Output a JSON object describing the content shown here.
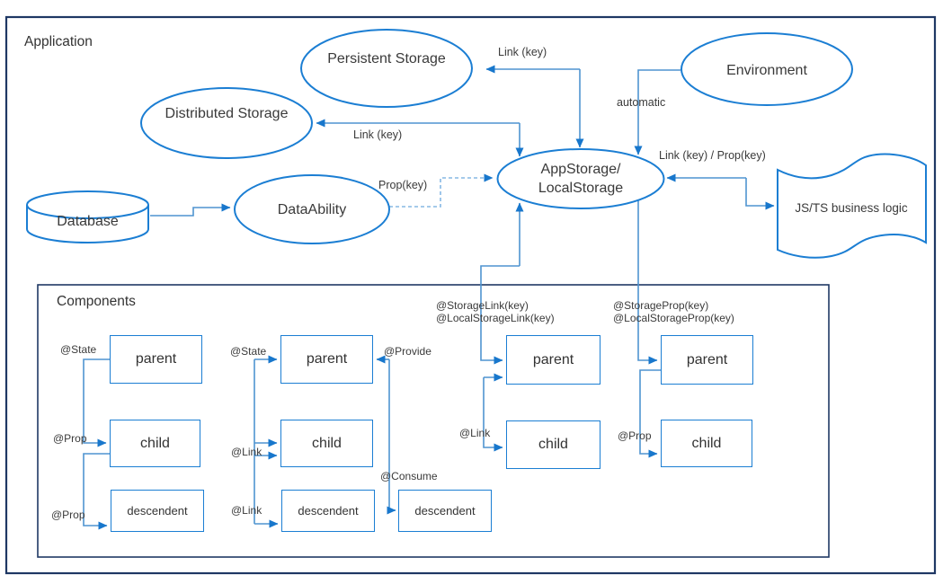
{
  "app": {
    "title": "Application",
    "colors": {
      "frame": "#1f3864",
      "shape_stroke": "#1b7ed3",
      "line": "#4f94d0",
      "dashed_line": "#85b8e4",
      "text": "#3a3a3a"
    }
  },
  "nodes": {
    "persistent_storage": "Persistent Storage",
    "distributed_storage": "Distributed Storage",
    "database": "Database",
    "data_ability": "DataAbility",
    "app_storage": "AppStorage/ LocalStorage",
    "environment": "Environment",
    "js_ts": "JS/TS business logic"
  },
  "edge_labels": {
    "link_key_persistent": "Link (key)",
    "link_key_distributed": "Link (key)",
    "prop_key": "Prop(key)",
    "automatic": "automatic",
    "link_prop_key": "Link (key) / Prop(key)"
  },
  "components": {
    "title": "Components",
    "group1": {
      "state": "@State",
      "prop1": "@Prop",
      "prop2": "@Prop",
      "parent": "parent",
      "child": "child",
      "descendent": "descendent"
    },
    "group2": {
      "state": "@State",
      "link1": "@Link",
      "link2": "@Link",
      "provide": "@Provide",
      "consume": "@Consume",
      "parent": "parent",
      "child": "child",
      "descendent": "descendent",
      "descendent2": "descendent"
    },
    "group3": {
      "storage_link": "@StorageLink(key)",
      "local_storage_link": "@LocalStorageLink(key)",
      "link": "@Link",
      "parent": "parent",
      "child": "child"
    },
    "group4": {
      "storage_prop": "@StorageProp(key)",
      "local_storage_prop": "@LocalStorageProp(key)",
      "prop": "@Prop",
      "parent": "parent",
      "child": "child"
    }
  }
}
